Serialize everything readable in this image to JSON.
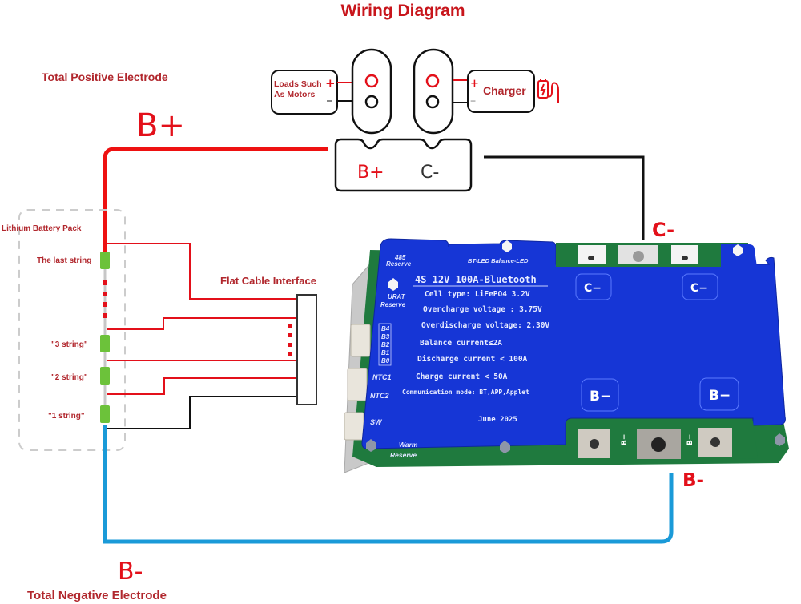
{
  "title": "Wiring Diagram",
  "labels": {
    "total_positive": "Total Positive Electrode",
    "total_negative": "Total Negative Electrode",
    "b_plus_big": "B+",
    "b_minus_big": "B-",
    "c_minus_wire": "C-",
    "b_minus_wire": "B-",
    "flat_cable": "Flat Cable Interface",
    "battery_pack": "Lithium Battery Pack"
  },
  "strings": [
    {
      "label": "The last string"
    },
    {
      "label": "\"3 string\""
    },
    {
      "label": "\"2 string\""
    },
    {
      "label": "\"1 string\""
    }
  ],
  "connector": {
    "loads_line1": "Loads Such",
    "loads_line2": "As Motors",
    "charger": "Charger",
    "plus": "+",
    "minus": "−",
    "port_b_plus": "B+",
    "port_c_minus": "C-"
  },
  "board": {
    "heading": "4S 12V 100A-Bluetooth",
    "specs": [
      "Cell type: LiFePO4 3.2V",
      "Overcharge voltage : 3.75V",
      "Overdischarge voltage: 2.30V",
      "Balance current≤2A",
      "Discharge current < 100A",
      "Charge current < 50A",
      "Communication mode: BT,APP,Applet"
    ],
    "date": "June 2025",
    "reserve_485_line1": "485",
    "reserve_485_line2": "Reserve",
    "urat_line1": "URAT",
    "urat_line2": "Reserve",
    "bt_led": "BT-LED Balance-LED",
    "balance_pins": [
      "B4",
      "B3",
      "B2",
      "B1",
      "B0"
    ],
    "ntc1": "NTC1",
    "ntc2": "NTC2",
    "sw": "SW",
    "warm_line1": "Warm",
    "warm_line2": "Reserve",
    "terminals_c": [
      "C−",
      "C−"
    ],
    "terminals_b": [
      "B−",
      "B−"
    ],
    "pcb_b_marks": [
      "B−",
      "B−"
    ]
  },
  "colors": {
    "positive_wire": "#ee1111",
    "negative_wire": "#1a9ad8",
    "control_wire": "#111111",
    "board_blue": "#1636d6",
    "pcb_green": "#1f7a3e",
    "cell_green": "#6cc23a"
  }
}
